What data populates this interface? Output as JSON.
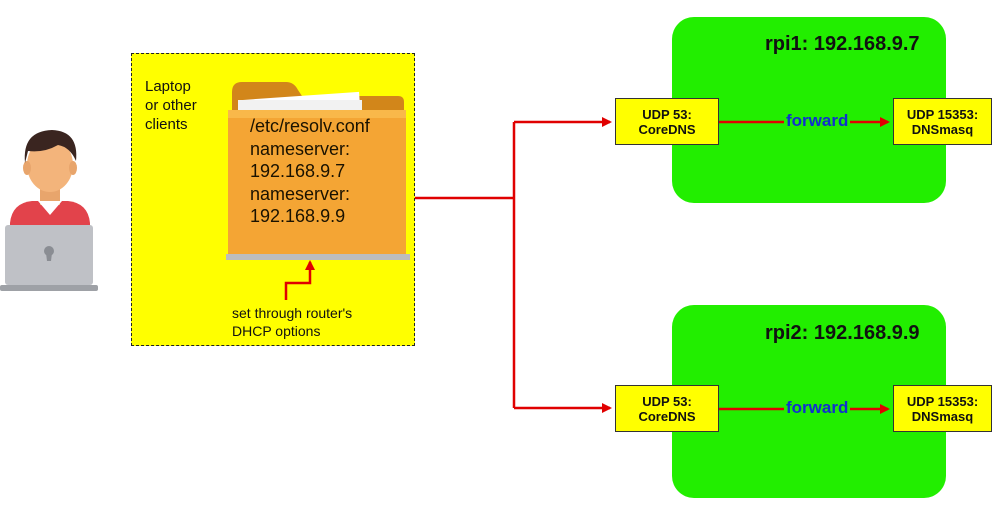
{
  "client": {
    "label_line1": "Laptop",
    "label_line2": "or other",
    "label_line3": "clients",
    "resolv": {
      "file": "/etc/resolv.conf",
      "ns1_key": "nameserver:",
      "ns1_ip": "192.168.9.7",
      "ns2_key": "nameserver:",
      "ns2_ip": "192.168.9.9"
    },
    "note_line1": "set through router's",
    "note_line2": "DHCP options"
  },
  "pi1": {
    "title": "rpi1: 192.168.9.7",
    "coredns_line1": "UDP 53:",
    "coredns_line2": "CoreDNS",
    "forward_label": "forward",
    "dnsmasq_line1": "UDP 15353:",
    "dnsmasq_line2": "DNSmasq"
  },
  "pi2": {
    "title": "rpi2: 192.168.9.9",
    "coredns_line1": "UDP 53:",
    "coredns_line2": "CoreDNS",
    "forward_label": "forward",
    "dnsmasq_line1": "UDP 15353:",
    "dnsmasq_line2": "DNSmasq"
  },
  "icons": {
    "person": "person-with-laptop-icon",
    "folder": "folder-icon"
  },
  "colors": {
    "client_box": "#ffff00",
    "pi_box": "#22ee00",
    "arrow": "#e00000",
    "forward_text": "#1030d0"
  }
}
